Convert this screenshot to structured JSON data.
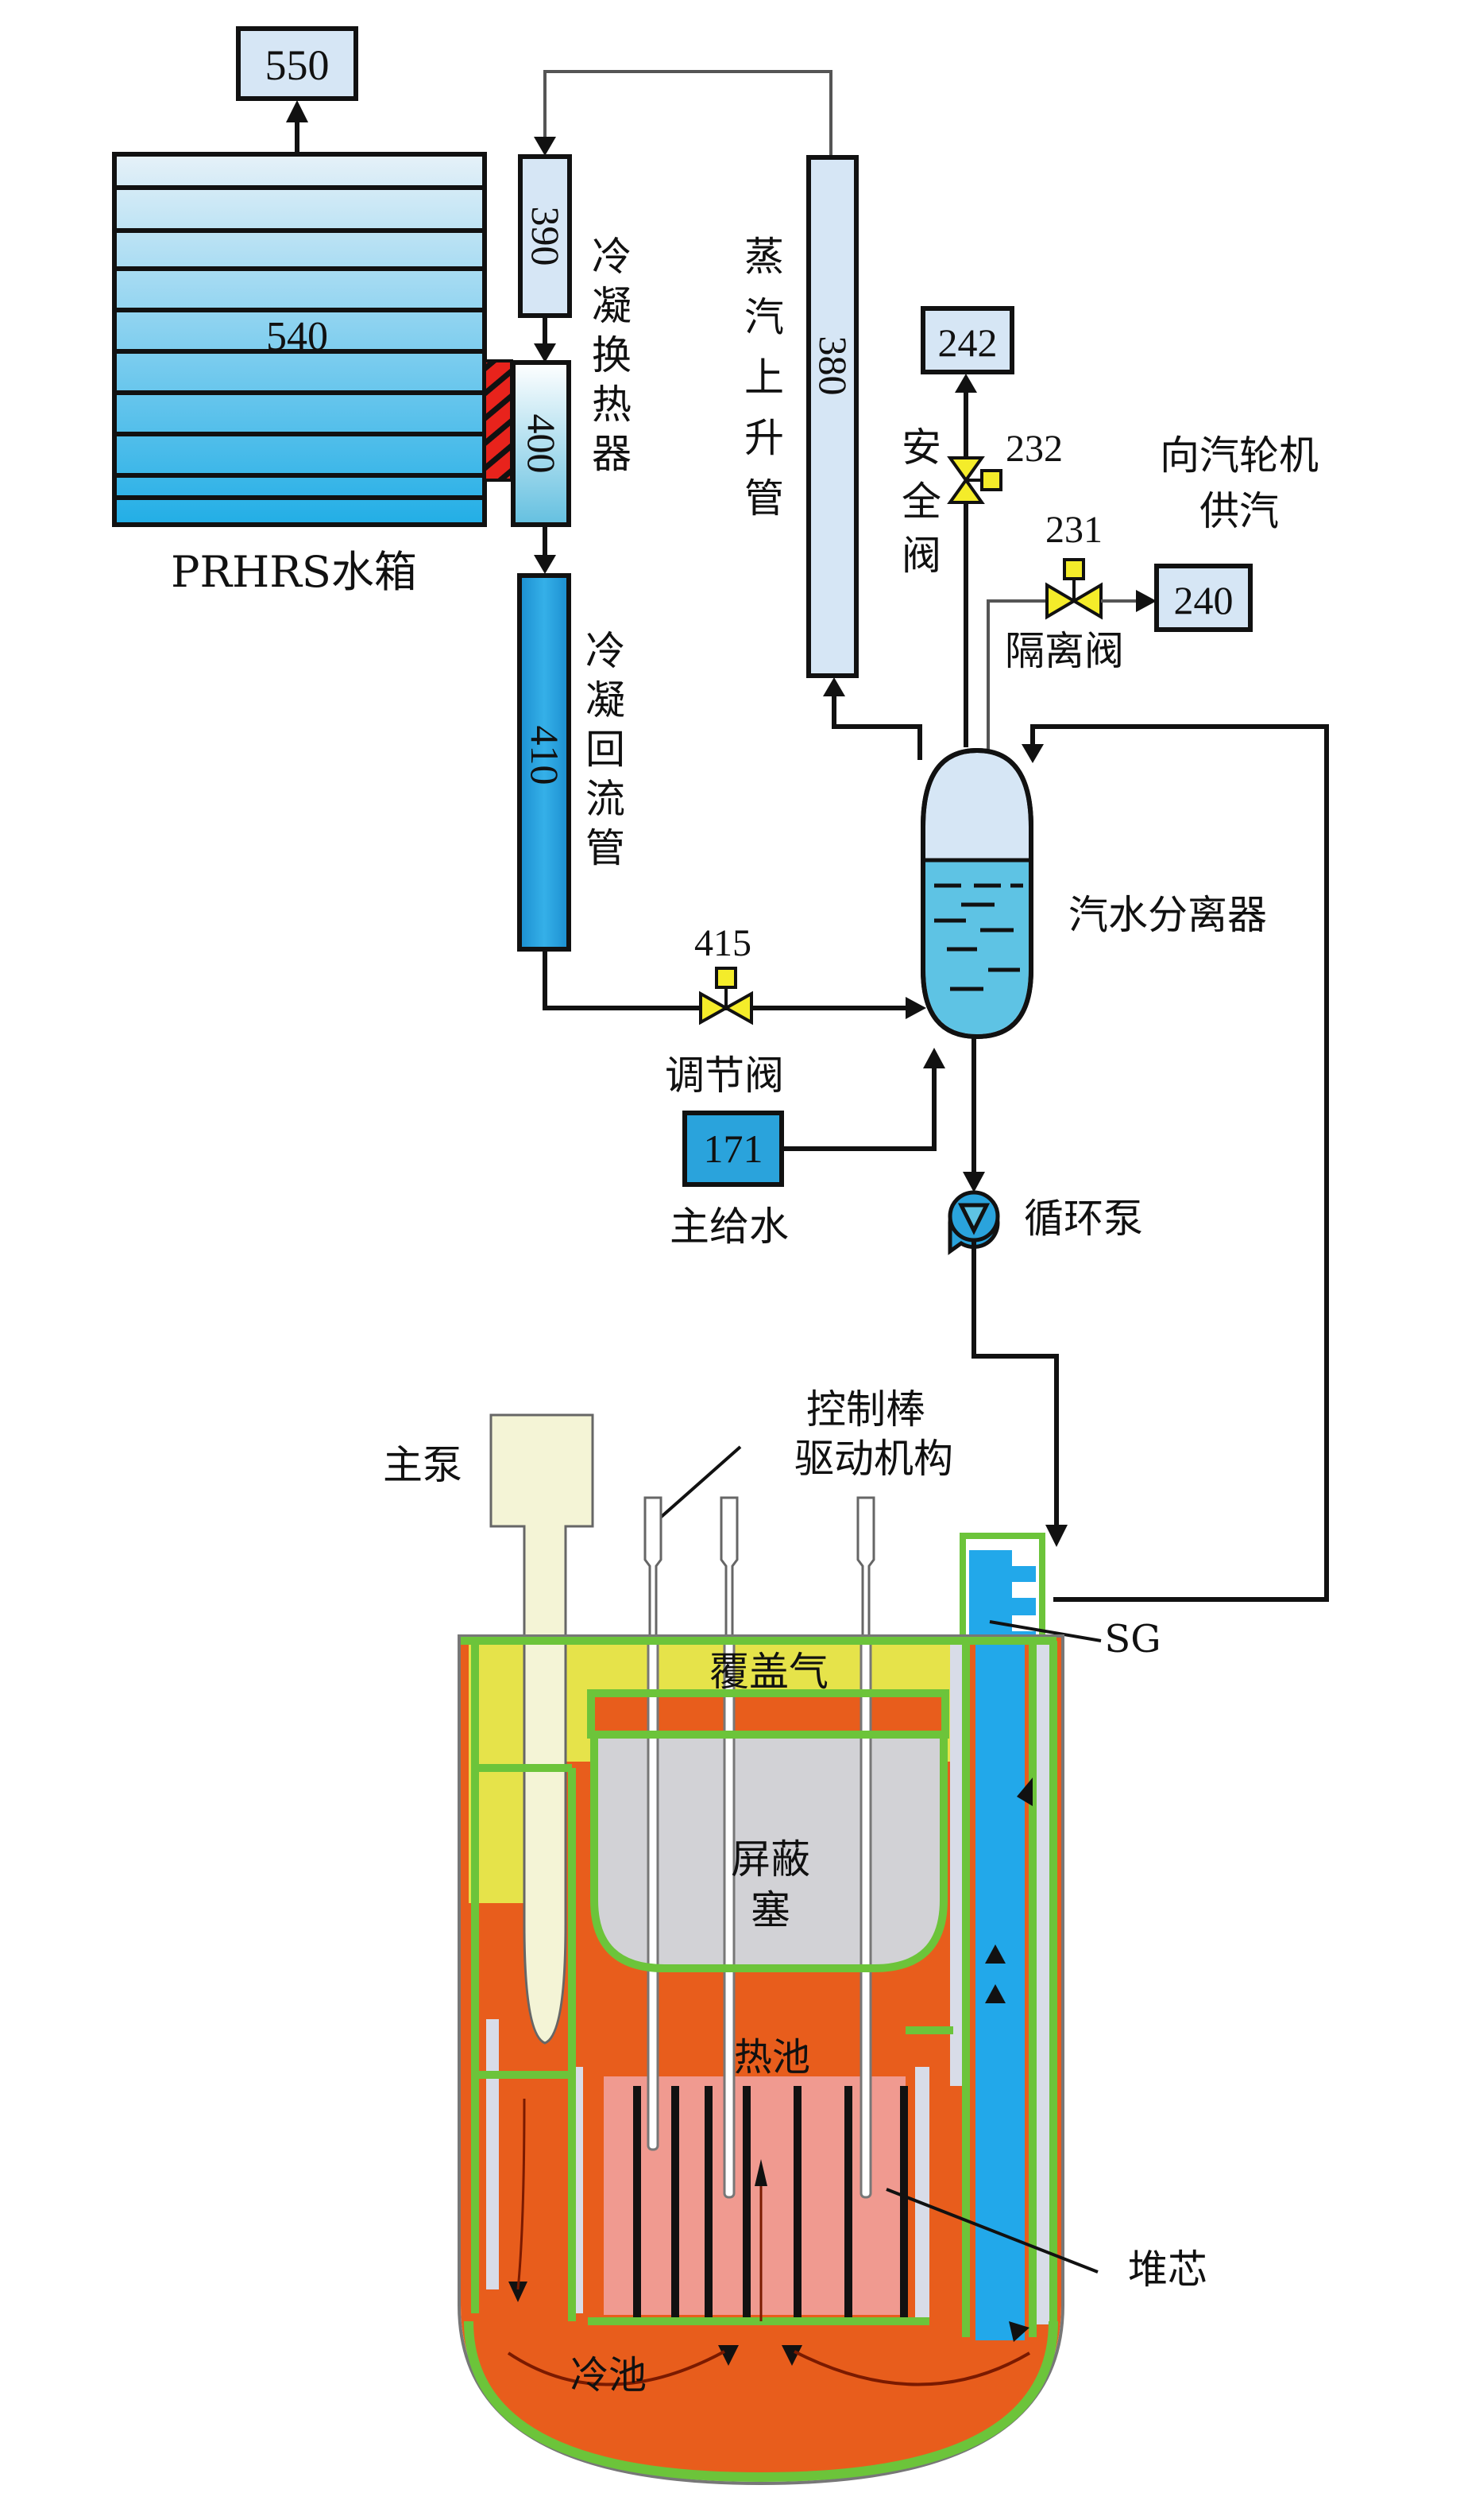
{
  "diagram": {
    "title": "PRHRS and secondary-loop schematic with pool-type reactor",
    "components": {
      "box_550": "550",
      "tank_540": "540",
      "prhrs_tank_label": "PRHRS水箱",
      "pipe_390": "390",
      "pipe_400": "400",
      "pipe_410": "410",
      "pipe_380": "380",
      "box_242": "242",
      "valve_232": "232",
      "valve_231": "231",
      "box_240": "240",
      "valve_415": "415",
      "box_171": "171"
    },
    "labels": {
      "condensing_hx": [
        "冷",
        "凝",
        "换",
        "热",
        "器"
      ],
      "condensate_return": [
        "冷",
        "凝",
        "回",
        "流",
        "管"
      ],
      "steam_riser": [
        "蒸",
        "汽",
        "上",
        "升",
        "管"
      ],
      "safety_valve": [
        "安",
        "全",
        "阀"
      ],
      "to_turbine_line1": "向汽轮机",
      "to_turbine_line2": "供汽",
      "isolation_valve": "隔离阀",
      "separator": "汽水分离器",
      "regulating_valve": "调节阀",
      "main_feedwater": "主给水",
      "circulation_pump": "循环泵",
      "main_pump": "主泵",
      "crdm_line1": "控制棒",
      "crdm_line2": "驱动机构",
      "sg": "SG",
      "cover_gas": "覆盖气",
      "shield_plug_line1": "屏蔽",
      "shield_plug_line2": "塞",
      "hot_pool": "热池",
      "core": "堆芯",
      "cold_pool": "冷池"
    },
    "colors": {
      "line": "#111111",
      "light_box": "#d6e6f5",
      "dark_box": "#2aa3dc",
      "valve": "#f4ec2a",
      "heater_red": "#e8231c",
      "vessel_green": "#6cc43a",
      "sodium_orange": "#e85d1c",
      "cover_gas_yellow": "#e6e34a",
      "shield_gray": "#d2d2d6",
      "core_pink": "#f09a90",
      "sg_blue": "#22a8ea",
      "pump_cream": "#f4f4d6"
    }
  }
}
